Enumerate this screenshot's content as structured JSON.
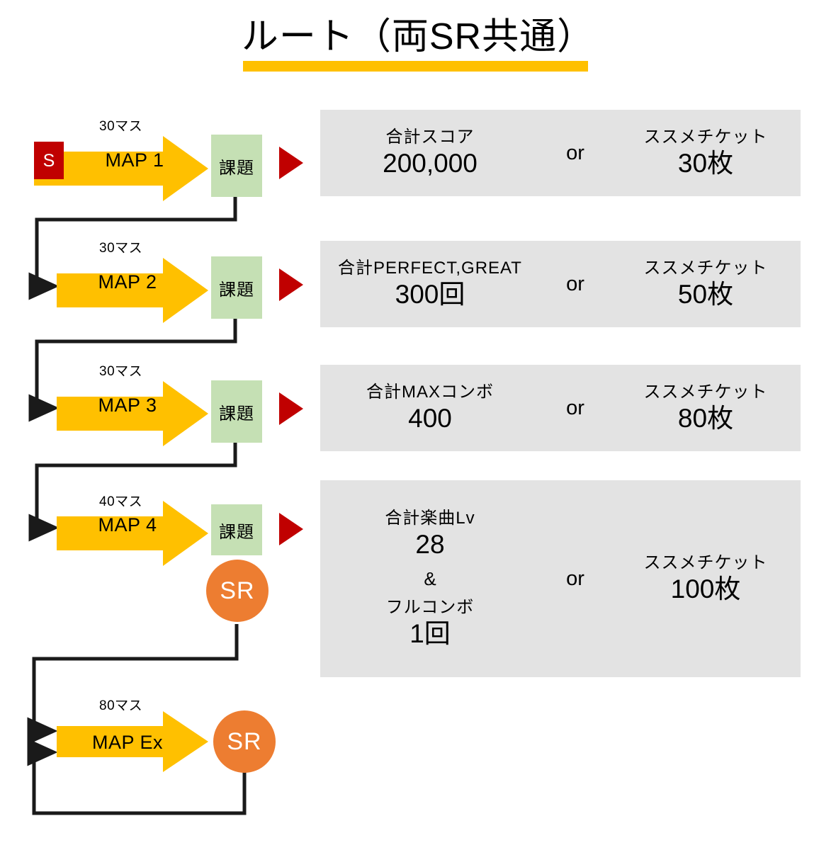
{
  "title": {
    "text": "ルート（両SR共通）",
    "underline_color": "#FFC000"
  },
  "colors": {
    "arrow_yellow": "#FFC000",
    "start_red": "#C00000",
    "triangle_red": "#C00000",
    "task_green": "#C5E0B4",
    "sr_orange": "#ED7D31",
    "panel_grey": "#E3E3E3",
    "connector_black": "#1A1A1A"
  },
  "flow": {
    "start_label": "S",
    "task_label": "課題",
    "sr_label": "SR",
    "steps": [
      {
        "id": "map1",
        "name": "MAP 1",
        "squares": "30マス",
        "has_start": true,
        "has_task": true,
        "has_sr": false,
        "has_triangle": true
      },
      {
        "id": "map2",
        "name": "MAP 2",
        "squares": "30マス",
        "has_start": false,
        "has_task": true,
        "has_sr": false,
        "has_triangle": true
      },
      {
        "id": "map3",
        "name": "MAP 3",
        "squares": "30マス",
        "has_start": false,
        "has_task": true,
        "has_sr": false,
        "has_triangle": true
      },
      {
        "id": "map4",
        "name": "MAP 4",
        "squares": "40マス",
        "has_start": false,
        "has_task": true,
        "has_sr": true,
        "has_triangle": true
      },
      {
        "id": "mapex",
        "name": "MAP Ex",
        "squares": "80マス",
        "has_start": false,
        "has_task": false,
        "has_sr": true,
        "has_triangle": false
      }
    ]
  },
  "rewards": {
    "or_label": "or",
    "amp_label": "&",
    "ticket_caption": "ススメチケット",
    "panels": [
      {
        "id": "panel1",
        "for_step": "map1",
        "left": [
          {
            "caption": "合計スコア",
            "value": "200,000"
          }
        ],
        "right": {
          "caption": "ススメチケット",
          "value": "30枚"
        }
      },
      {
        "id": "panel2",
        "for_step": "map2",
        "left": [
          {
            "caption": "合計PERFECT,GREAT",
            "value": "300回"
          }
        ],
        "right": {
          "caption": "ススメチケット",
          "value": "50枚"
        }
      },
      {
        "id": "panel3",
        "for_step": "map3",
        "left": [
          {
            "caption": "合計MAXコンボ",
            "value": "400"
          }
        ],
        "right": {
          "caption": "ススメチケット",
          "value": "80枚"
        }
      },
      {
        "id": "panel4",
        "for_step": "map4",
        "left": [
          {
            "caption": "合計楽曲Lv",
            "value": "28"
          },
          {
            "caption": "フルコンボ",
            "value": "1回"
          }
        ],
        "joiner": "&",
        "right": {
          "caption": "ススメチケット",
          "value": "100枚"
        }
      }
    ]
  }
}
